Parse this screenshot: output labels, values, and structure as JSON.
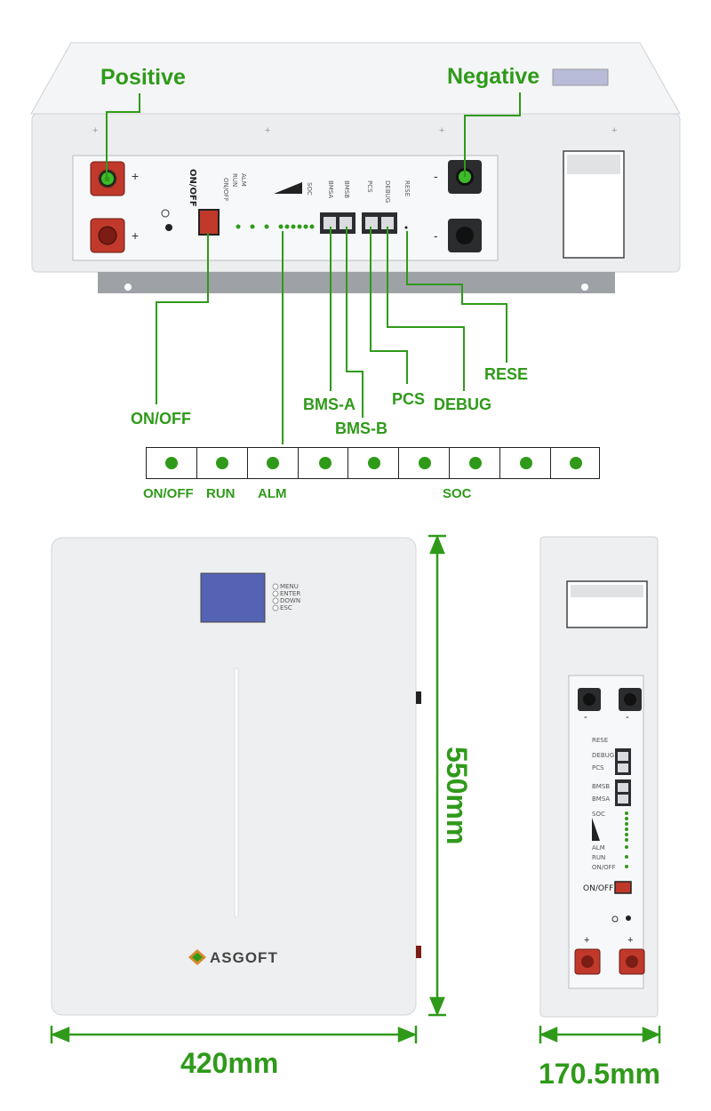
{
  "top_callouts": {
    "positive": "Positive",
    "negative": "Negative",
    "on_off": "ON/OFF",
    "bms_a": "BMS-A",
    "bms_b": "BMS-B",
    "pcs": "PCS",
    "debug": "DEBUG",
    "rese": "RESE"
  },
  "panel_labels": {
    "on_off": "ON/OFF",
    "on_off_small": "ON/OFF",
    "run": "RUN",
    "alm": "ALM",
    "soc": "SOC",
    "bmsa": "BMSA",
    "bmsb": "BMSB",
    "pcs": "PCS",
    "debug": "DEBUG",
    "rese": "RESE",
    "plus": "+",
    "minus": "-"
  },
  "led_legend": {
    "labels": [
      "ON/OFF",
      "RUN",
      "ALM",
      "SOC"
    ],
    "count": 9
  },
  "front_view": {
    "menu_labels": [
      "MENU",
      "ENTER",
      "DOWN",
      "ESC"
    ],
    "brand": "ASGOFT"
  },
  "side_panel_labels": [
    "RESE",
    "DEBUG",
    "PCS",
    "BMSB",
    "BMSA",
    "SOC",
    "ALM",
    "RUN",
    "ON/OFF"
  ],
  "dimensions": {
    "height": "550mm",
    "width": "420mm",
    "depth": "170.5mm"
  },
  "colors": {
    "callout_green": "#2f9a1a",
    "terminal_red": "#c0392b",
    "display_blue": "#5563b5",
    "body_white": "#eeeff0"
  }
}
